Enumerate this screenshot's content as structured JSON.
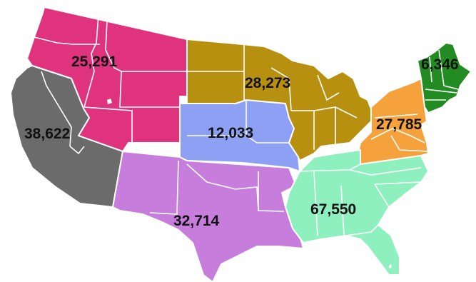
{
  "map": {
    "regions": [
      {
        "id": "northwest",
        "value": "25,291",
        "color": "#e0337e"
      },
      {
        "id": "pacific-southwest",
        "value": "38,622",
        "color": "#6b6b6b"
      },
      {
        "id": "southwest",
        "value": "32,714",
        "color": "#c77ddc"
      },
      {
        "id": "plains",
        "value": "12,033",
        "color": "#8ea0f3"
      },
      {
        "id": "midwest",
        "value": "28,273",
        "color": "#b8900f"
      },
      {
        "id": "mid-atlantic",
        "value": "27,785",
        "color": "#f5a23c"
      },
      {
        "id": "new-england",
        "value": "6,346",
        "color": "#228b22"
      },
      {
        "id": "southeast",
        "value": "67,550",
        "color": "#8ff0bf"
      }
    ]
  }
}
